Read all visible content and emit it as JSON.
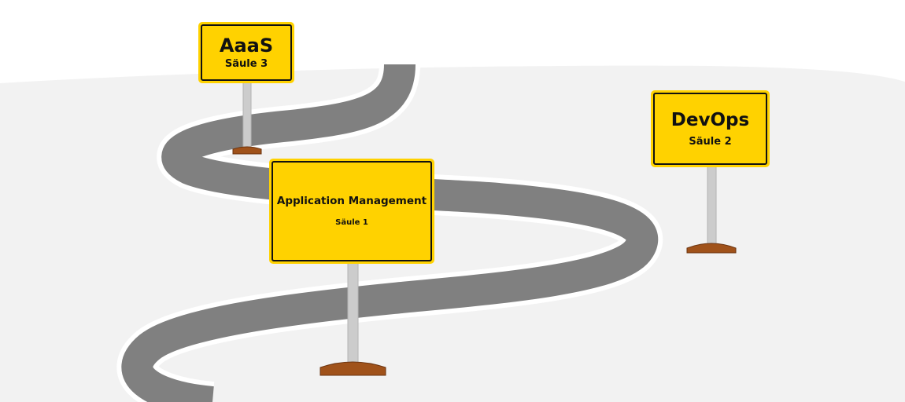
{
  "diagram": {
    "signs": [
      {
        "title": "AaaS",
        "subtitle": "Säule 3"
      },
      {
        "title": "DevOps",
        "subtitle": "Säule 2"
      },
      {
        "title": "Application Management",
        "subtitle": "Säule 1"
      }
    ]
  },
  "colors": {
    "sign_fill": "#ffd200",
    "sign_border": "#111111",
    "road": "#808080",
    "ground": "#f2f2f2",
    "pole": "#cccccc",
    "base": "#a0521a"
  }
}
